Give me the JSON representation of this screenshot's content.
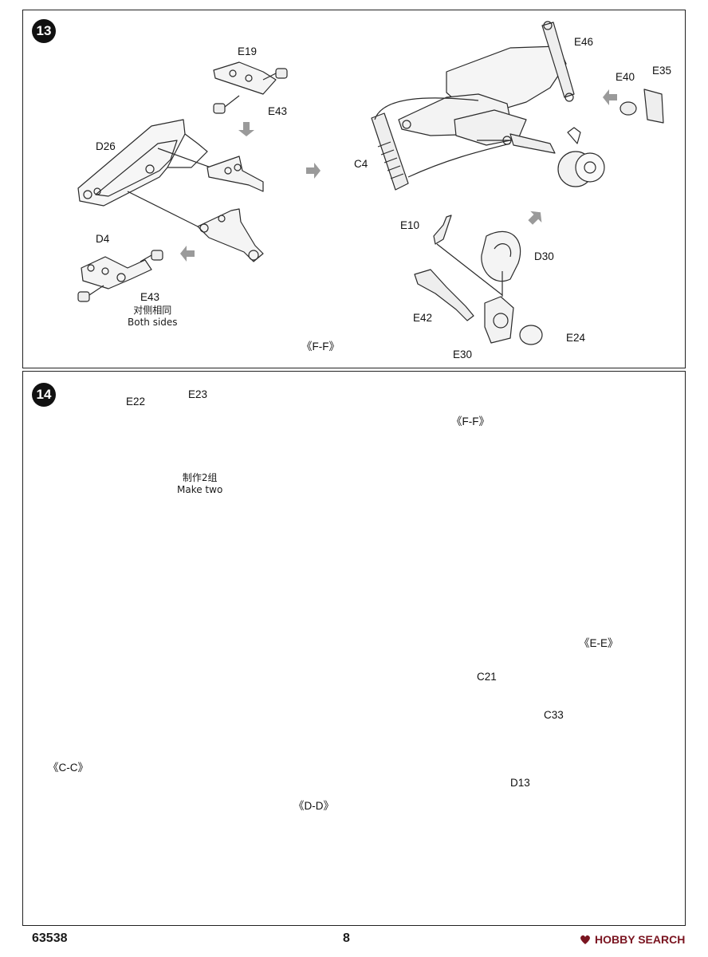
{
  "page": {
    "doc_code": "63538",
    "page_number": "8",
    "watermark": "HOBBY SEARCH"
  },
  "step13": {
    "number": "13",
    "labels": {
      "E19": "E19",
      "E43_top": "E43",
      "D26": "D26",
      "D4": "D4",
      "E43_bottom": "E43",
      "E46": "E46",
      "E40": "E40",
      "E35": "E35",
      "C4": "C4",
      "E10": "E10",
      "D30": "D30",
      "E42": "E42",
      "E24": "E24",
      "E30": "E30"
    },
    "note_cn": "对侧相同",
    "note_en": "Both sides",
    "view_ref": "《F-F》"
  },
  "step14": {
    "number": "14",
    "labels": {
      "E22": "E22",
      "E23": "E23",
      "C21": "C21",
      "C33": "C33",
      "D13": "D13"
    },
    "note_cn": "制作2组",
    "note_en": "Make two",
    "view_ff": "《F-F》",
    "view_ee": "《E-E》",
    "view_cc": "《C-C》",
    "view_dd": "《D-D》"
  },
  "colors": {
    "line": "#2a2a2a",
    "arrow": "#9a9a9a",
    "watermark": "#7a1420"
  }
}
